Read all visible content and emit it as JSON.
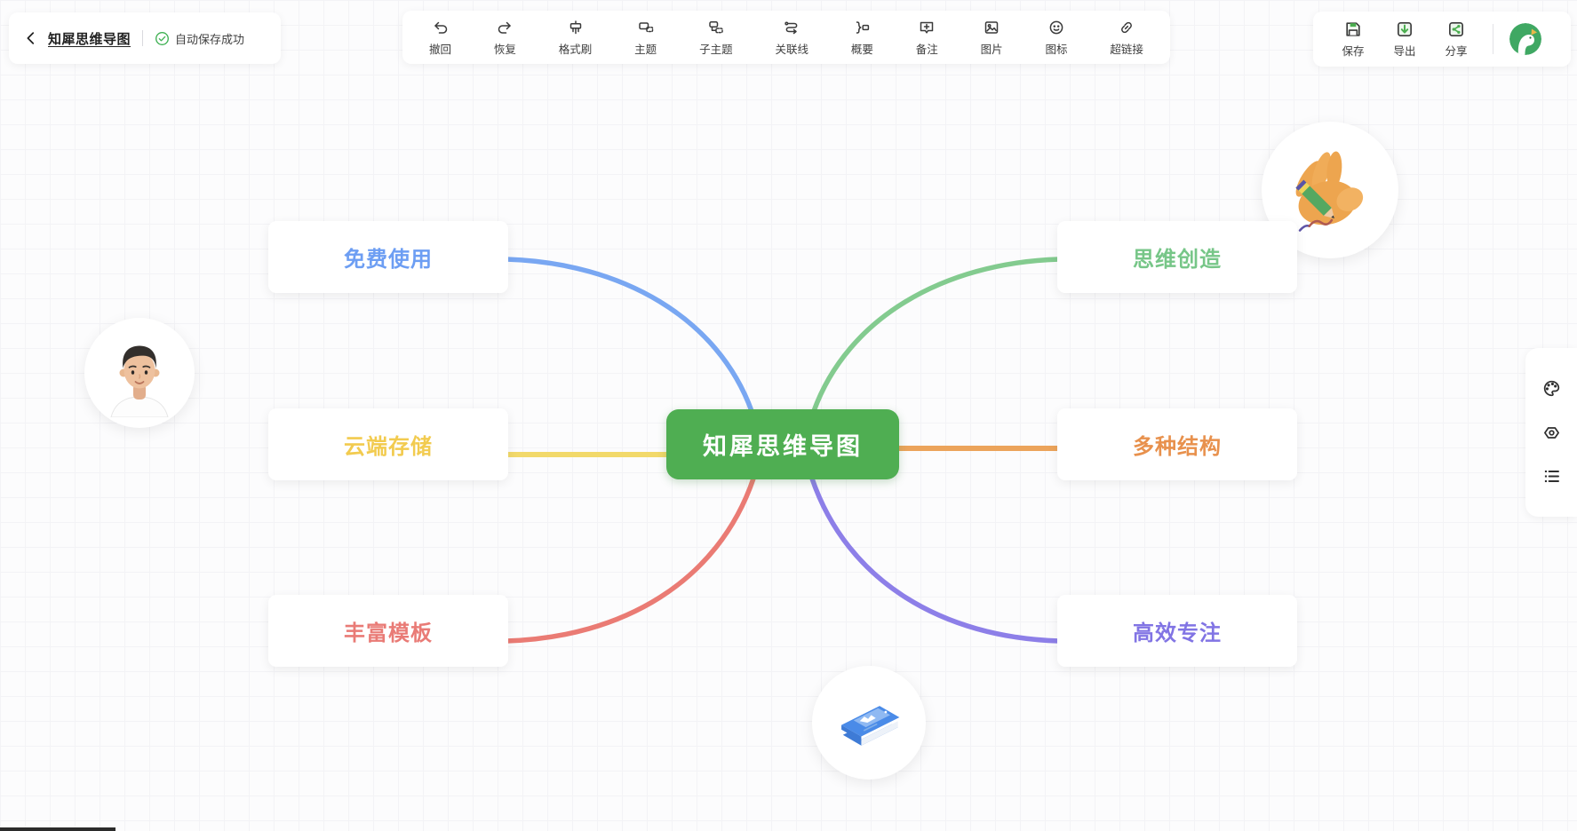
{
  "header": {
    "title": "知犀思维导图",
    "autosave_status": "自动保存成功"
  },
  "toolbar": {
    "items": [
      {
        "id": "undo",
        "icon": "undo-icon",
        "label": "撤回"
      },
      {
        "id": "redo",
        "icon": "redo-icon",
        "label": "恢复"
      },
      {
        "id": "format-painter",
        "icon": "format-painter-icon",
        "label": "格式刷"
      },
      {
        "id": "topic",
        "icon": "topic-icon",
        "label": "主题"
      },
      {
        "id": "subtopic",
        "icon": "subtopic-icon",
        "label": "子主题"
      },
      {
        "id": "relation-line",
        "icon": "relation-line-icon",
        "label": "关联线"
      },
      {
        "id": "summary",
        "icon": "summary-icon",
        "label": "概要"
      },
      {
        "id": "note",
        "icon": "note-icon",
        "label": "备注"
      },
      {
        "id": "image",
        "icon": "image-icon",
        "label": "图片"
      },
      {
        "id": "icon",
        "icon": "emoji-icon",
        "label": "图标"
      },
      {
        "id": "hyperlink",
        "icon": "hyperlink-icon",
        "label": "超链接"
      }
    ]
  },
  "actions": {
    "save_label": "保存",
    "export_label": "导出",
    "share_label": "分享",
    "accent_color": "#4BAE4F"
  },
  "side_panel": {
    "buttons": [
      "palette-icon",
      "structure-icon",
      "outline-icon"
    ]
  },
  "mindmap": {
    "root": {
      "label": "知犀思维导图",
      "bg_color": "#4FAE52",
      "text_color": "#FFFFFF"
    },
    "branches": [
      {
        "label": "免费使用",
        "side": "left",
        "row": "top",
        "text_color": "#6D9EF3",
        "line_color": "#79A7F2"
      },
      {
        "label": "云端存储",
        "side": "left",
        "row": "middle",
        "text_color": "#F2CB4F",
        "line_color": "#F2D96A"
      },
      {
        "label": "丰富模板",
        "side": "left",
        "row": "bottom",
        "text_color": "#E97B76",
        "line_color": "#EA7B74"
      },
      {
        "label": "思维创造",
        "side": "right",
        "row": "top",
        "text_color": "#77C688",
        "line_color": "#83CB8F"
      },
      {
        "label": "多种结构",
        "side": "right",
        "row": "middle",
        "text_color": "#E8914D",
        "line_color": "#ECA45B"
      },
      {
        "label": "高效专注",
        "side": "right",
        "row": "bottom",
        "text_color": "#8174E4",
        "line_color": "#8D7FE8"
      }
    ]
  },
  "decorations": [
    "person-avatar",
    "hand-with-pencil-sticker",
    "blue-book-sticker",
    "rhino-logo-avatar"
  ]
}
